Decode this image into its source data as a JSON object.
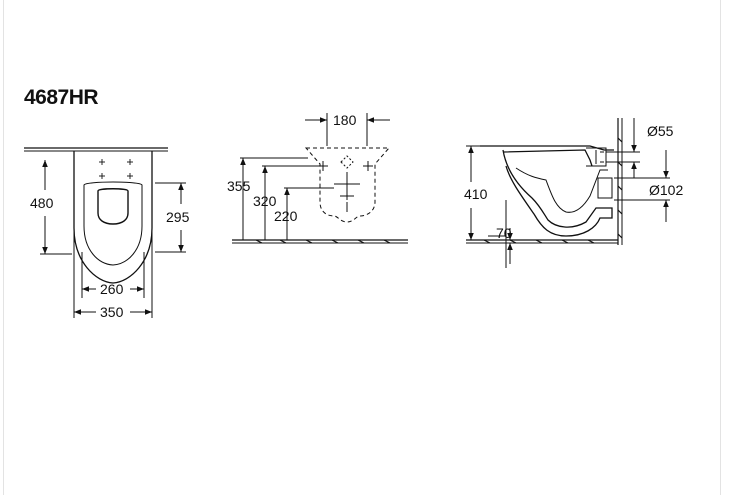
{
  "title": "4687HR",
  "front_view": {
    "height_label": "480",
    "bowl_height_label": "295",
    "inner_width_label": "260",
    "outer_width_label": "350"
  },
  "wall_view": {
    "bolt_spacing_label": "180",
    "height_355_label": "355",
    "height_320_label": "320",
    "height_220_label": "220"
  },
  "side_view": {
    "height_label": "410",
    "offset_label": "70",
    "inlet_diameter_label": "Ø55",
    "outlet_diameter_label": "Ø102"
  }
}
